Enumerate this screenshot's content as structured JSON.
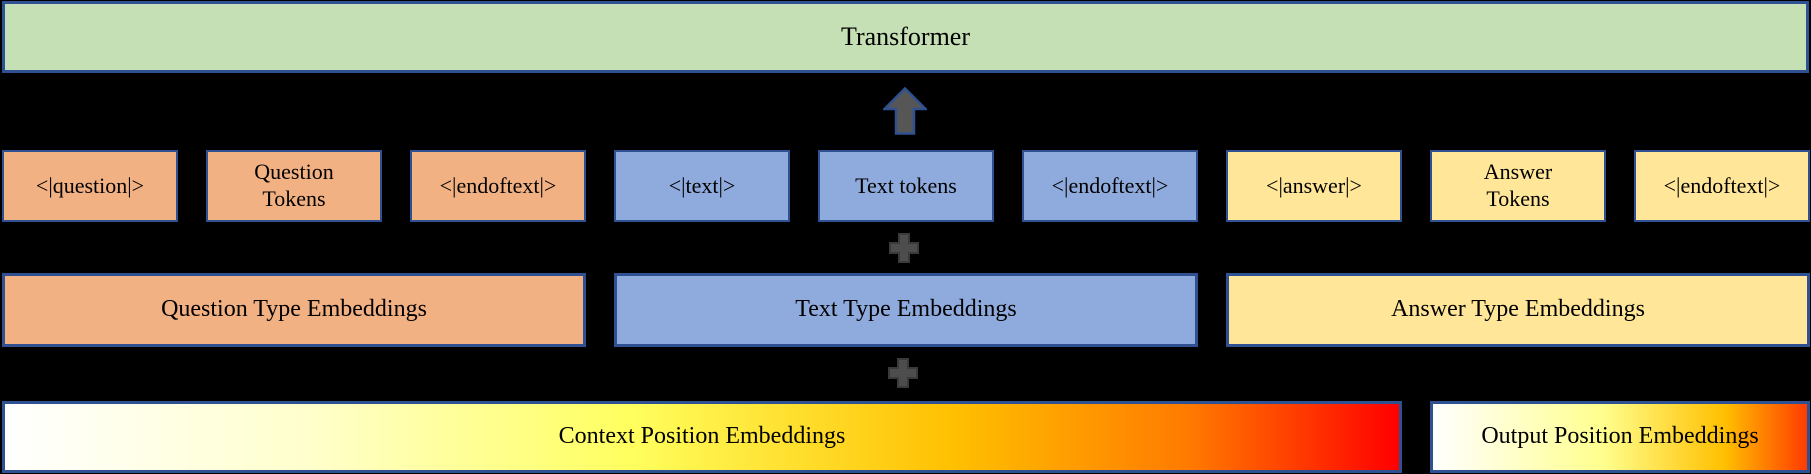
{
  "colors": {
    "background": "#000000",
    "border_blue": "#2f5191",
    "green": "#c5e0b4",
    "orange": "#f2b183",
    "blue": "#8faadc",
    "yellow": "#ffe699",
    "arrow_fill": "#565656",
    "plus_fill": "#4d4d4d",
    "plus_outline": "#3a3a3a",
    "text": "#000000"
  },
  "transformer": {
    "label": "Transformer"
  },
  "icons": {
    "arrow_up": "block-arrow-up",
    "plus": "plus-sign"
  },
  "token_row": {
    "boxes": [
      {
        "label": "<|question|>",
        "group": "question"
      },
      {
        "label": "Question Tokens",
        "group": "question"
      },
      {
        "label": "<|endoftext|>",
        "group": "question"
      },
      {
        "label": "<|text|>",
        "group": "text"
      },
      {
        "label": "Text tokens",
        "group": "text"
      },
      {
        "label": "<|endoftext|>",
        "group": "text"
      },
      {
        "label": "<|answer|>",
        "group": "answer"
      },
      {
        "label": "Answer Tokens",
        "group": "answer"
      },
      {
        "label": "<|endoftext|>",
        "group": "answer"
      }
    ]
  },
  "type_row": {
    "bars": [
      {
        "label": "Question Type Embeddings",
        "group": "question"
      },
      {
        "label": "Text Type Embeddings",
        "group": "text"
      },
      {
        "label": "Answer Type Embeddings",
        "group": "answer"
      }
    ]
  },
  "position_row": {
    "bars": [
      {
        "label": "Context Position Embeddings",
        "gradient": [
          "#ffffff",
          "#ffffcc",
          "#ffff5e",
          "#ffc000",
          "#ff7a00",
          "#ff0000"
        ],
        "stops": [
          0,
          22,
          45,
          68,
          85,
          100
        ]
      },
      {
        "label": "Output Position Embeddings",
        "gradient": [
          "#ffffff",
          "#ffff8f",
          "#ffc000",
          "#ff3c00"
        ],
        "stops": [
          0,
          45,
          78,
          100
        ]
      }
    ]
  }
}
